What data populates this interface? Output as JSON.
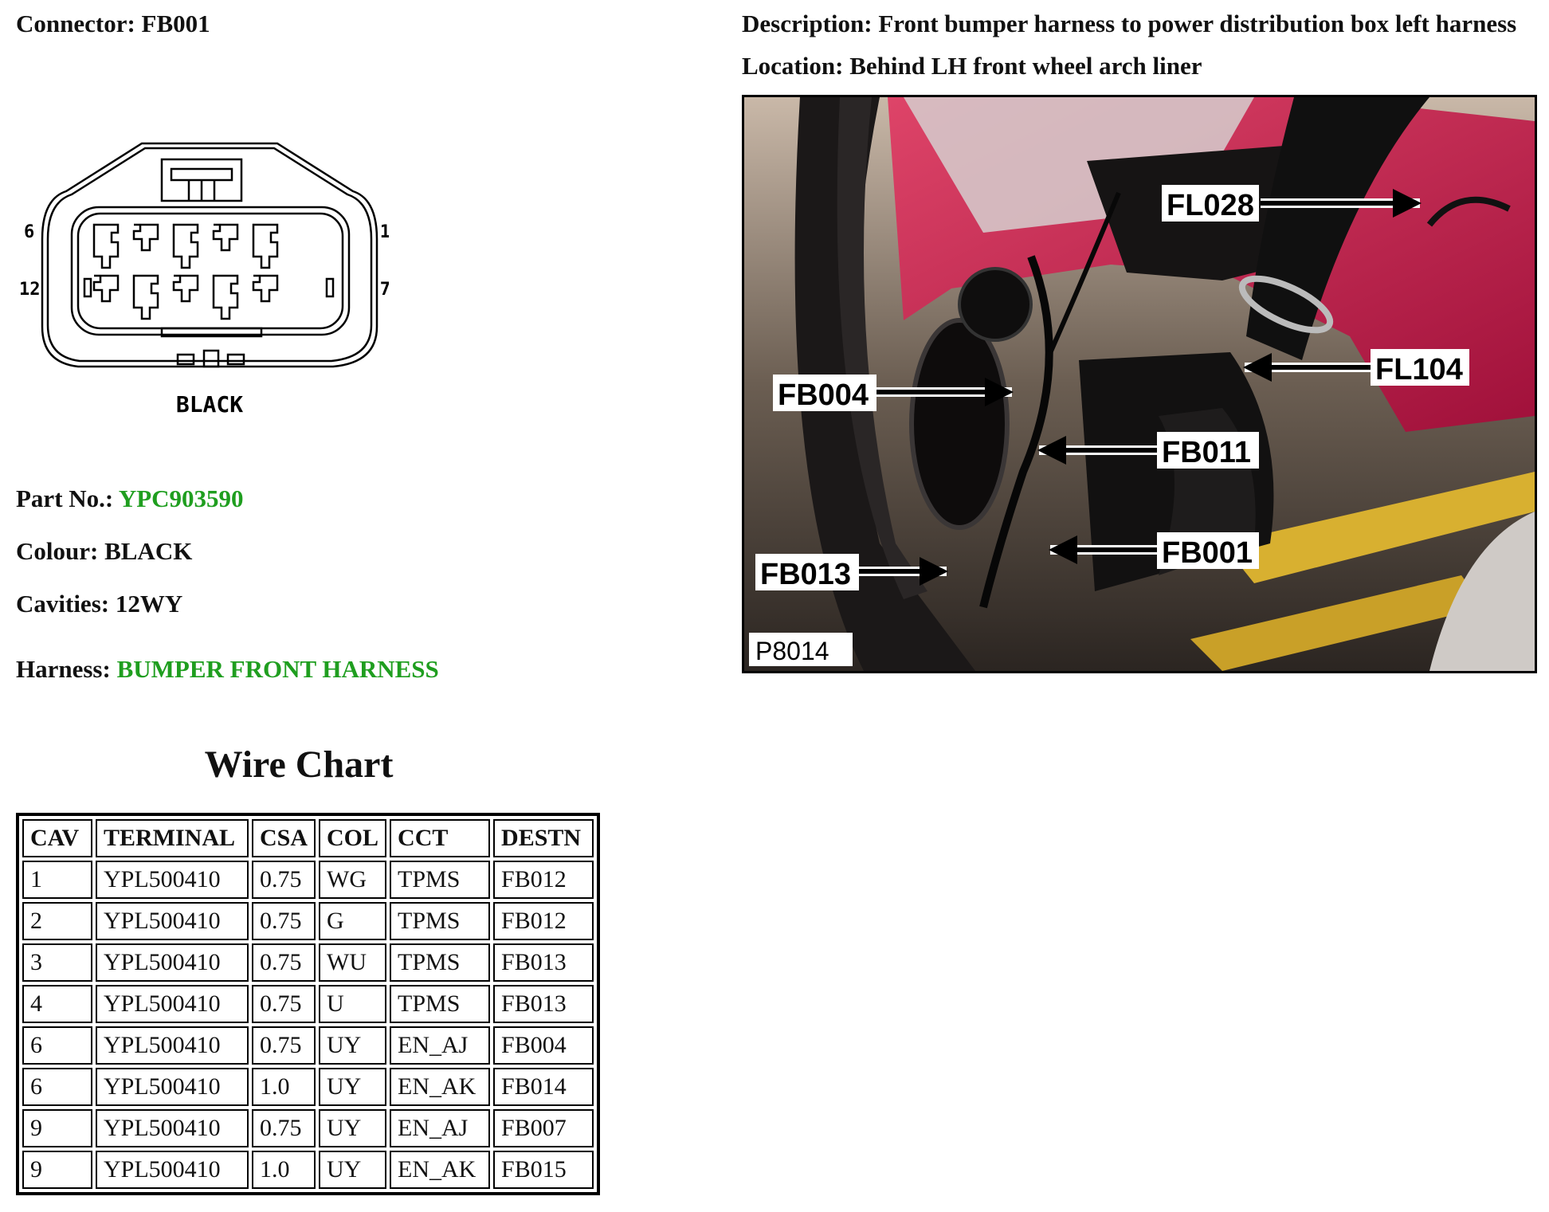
{
  "connector": {
    "label": "Connector:",
    "value": "FB001"
  },
  "description": {
    "label": "Description:",
    "value": "Front bumper harness to power distribution box left harness"
  },
  "location": {
    "label": "Location:",
    "value": "Behind LH front wheel arch liner"
  },
  "diagram": {
    "pin_labels": {
      "top_left": "6",
      "top_right": "1",
      "bottom_left": "12",
      "bottom_right": "7"
    },
    "colour_caption": "BLACK"
  },
  "photo": {
    "callouts": {
      "fl028": "FL028",
      "fl104": "FL104",
      "fb004": "FB004",
      "fb011": "FB011",
      "fb013": "FB013",
      "fb001": "FB001"
    },
    "photo_id": "P8014"
  },
  "part_no": {
    "label": "Part No.:",
    "value": "YPC903590"
  },
  "colour": {
    "label": "Colour:",
    "value": "BLACK"
  },
  "cavities": {
    "label": "Cavities:",
    "value": "12WY"
  },
  "harness": {
    "label": "Harness:",
    "value": "BUMPER FRONT HARNESS"
  },
  "colors": {
    "link": "#1f9e1f"
  },
  "wire_chart": {
    "title": "Wire Chart",
    "headers": [
      "CAV",
      "TERMINAL",
      "CSA",
      "COL",
      "CCT",
      "DESTN"
    ],
    "rows": [
      [
        "1",
        "YPL500410",
        "0.75",
        "WG",
        "TPMS",
        "FB012"
      ],
      [
        "2",
        "YPL500410",
        "0.75",
        "G",
        "TPMS",
        "FB012"
      ],
      [
        "3",
        "YPL500410",
        "0.75",
        "WU",
        "TPMS",
        "FB013"
      ],
      [
        "4",
        "YPL500410",
        "0.75",
        "U",
        "TPMS",
        "FB013"
      ],
      [
        "6",
        "YPL500410",
        "0.75",
        "UY",
        "EN_AJ",
        "FB004"
      ],
      [
        "6",
        "YPL500410",
        "1.0",
        "UY",
        "EN_AK",
        "FB014"
      ],
      [
        "9",
        "YPL500410",
        "0.75",
        "UY",
        "EN_AJ",
        "FB007"
      ],
      [
        "9",
        "YPL500410",
        "1.0",
        "UY",
        "EN_AK",
        "FB015"
      ]
    ]
  }
}
